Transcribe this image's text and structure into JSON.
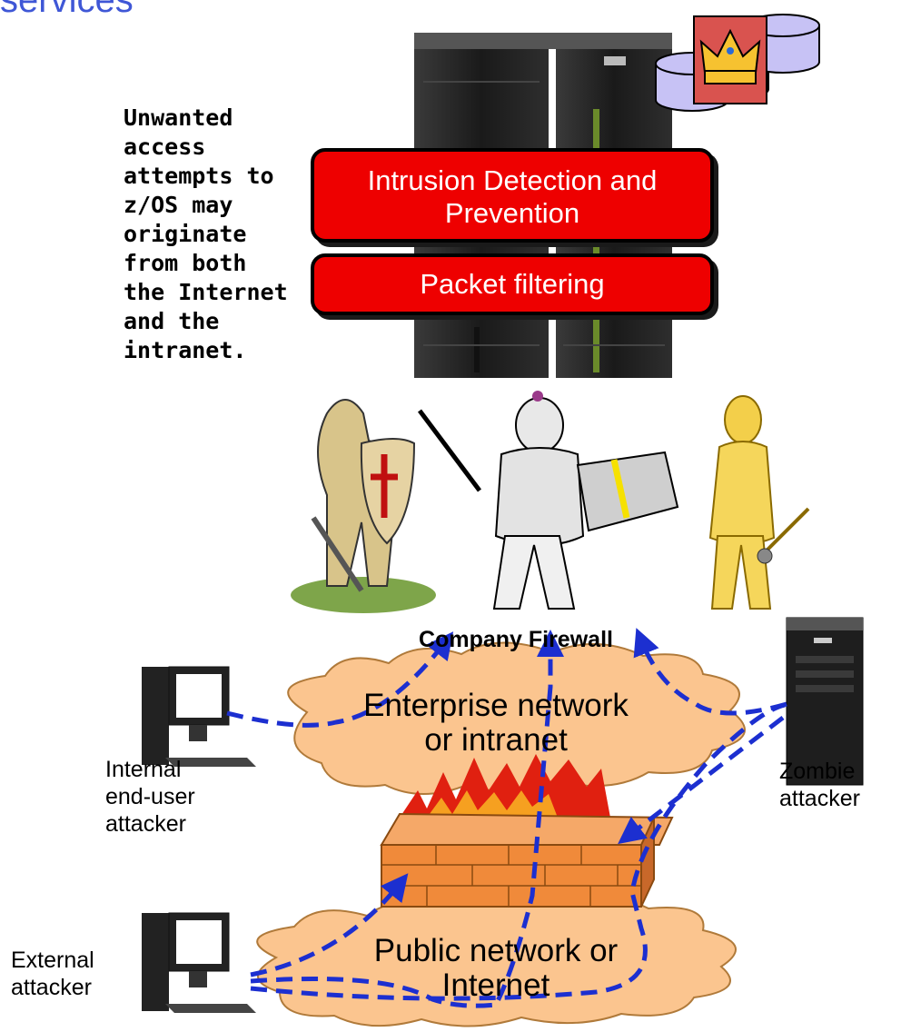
{
  "slide": {
    "title_fragment": "services",
    "note": "Unwanted access attempts to z/OS may originate from both the Internet and the intranet."
  },
  "mainframe": {
    "defense_layers": [
      "Intrusion Detection and Prevention",
      "Packet filtering"
    ]
  },
  "networks": {
    "intranet_label_line1": "Enterprise network",
    "intranet_label_line2": "or intranet",
    "public_label_line1": "Public network or",
    "public_label_line2": "Internet",
    "firewall_label": "Company Firewall"
  },
  "attackers": {
    "internal_line1": "Internal",
    "internal_line2": "end-user",
    "internal_line3": "attacker",
    "external_line1": "External",
    "external_line2": "attacker",
    "zombie_line1": "Zombie",
    "zombie_line2": "attacker"
  },
  "colors": {
    "title": "#3f57d6",
    "defense_box": "#ee0000",
    "cloud": "#fbc58f",
    "attack_path": "#1c2fd0",
    "firewall_brick": "#f08a3a",
    "flames": "#e02010"
  },
  "icons": [
    "mainframe-icon",
    "crown-database-icon",
    "knight-icon",
    "computer-icon",
    "server-tower-icon",
    "firewall-icon"
  ]
}
